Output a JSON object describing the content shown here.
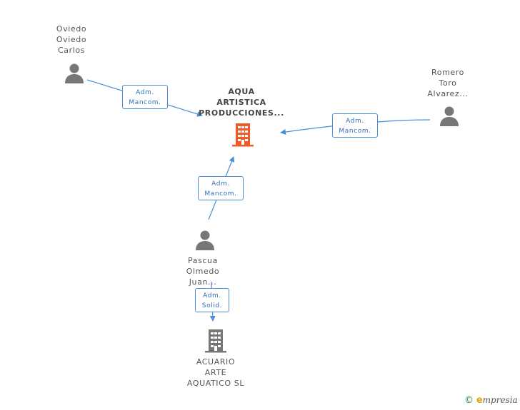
{
  "nodes": {
    "center": {
      "lines": [
        "AQUA",
        "ARTISTICA",
        "PRODUCCIONES..."
      ]
    },
    "oviedo": {
      "lines": [
        "Oviedo",
        "Oviedo",
        "Carlos"
      ]
    },
    "romero": {
      "lines": [
        "Romero",
        "Toro",
        "Alvarez..."
      ]
    },
    "pascua": {
      "lines": [
        "Pascua",
        "Olmedo",
        "Juan..."
      ]
    },
    "acuario": {
      "lines": [
        "ACUARIO",
        "ARTE",
        "AQUATICO SL"
      ]
    }
  },
  "relations": {
    "oviedo_center": [
      "Adm.",
      "Mancom."
    ],
    "romero_center": [
      "Adm.",
      "Mancom."
    ],
    "pascua_center": [
      "Adm.",
      "Mancom."
    ],
    "pascua_acuario": [
      "Adm.",
      "Solid."
    ]
  },
  "colors": {
    "edge": "#4a8fd6",
    "person_icon": "#777777",
    "center_company_icon": "#f05a28",
    "company_icon": "#777777"
  },
  "icons": {
    "person": "person-icon",
    "company": "building-icon"
  },
  "footer": {
    "copyright_symbol": "©",
    "brand_initial": "e",
    "brand_rest": "mpresia"
  }
}
